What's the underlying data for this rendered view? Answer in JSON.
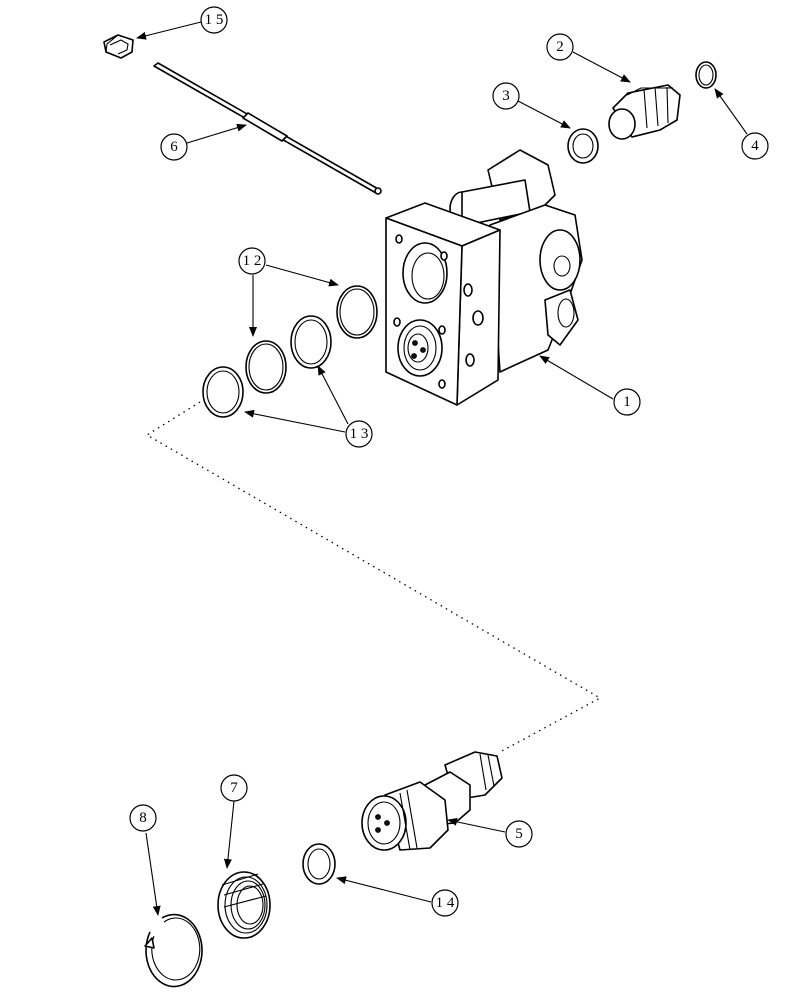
{
  "diagram": {
    "callouts": [
      {
        "id": "c15a",
        "label": "1 5"
      },
      {
        "id": "c6",
        "label": "6"
      },
      {
        "id": "c2",
        "label": "2"
      },
      {
        "id": "c3a",
        "label": "3"
      },
      {
        "id": "c4",
        "label": "4"
      },
      {
        "id": "c12",
        "label": "1 2"
      },
      {
        "id": "c13",
        "label": "1 3"
      },
      {
        "id": "c1",
        "label": "1"
      },
      {
        "id": "c7",
        "label": "7"
      },
      {
        "id": "c8",
        "label": "8"
      },
      {
        "id": "c5",
        "label": "5"
      },
      {
        "id": "c14",
        "label": "1 4"
      }
    ]
  }
}
